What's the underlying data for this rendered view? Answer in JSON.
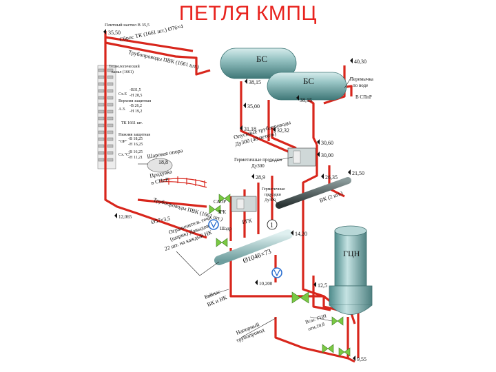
{
  "title": "ПЕТЛЯ КМПЦ",
  "colors": {
    "pipe": "#d8261c",
    "steel": "#8ab8b8",
    "valve": "#7ac943",
    "pump": "#2a6fd0",
    "title": "#e8231e"
  },
  "labels": {
    "floor_mark": "Плитный настил В 35,5",
    "elev_3550": "35,50",
    "steam_pipes": "Сброс ТК (1661 шт.) Ø76×4",
    "pvk_pipes_top": "Трубопроводы ПВК (1661 шт.)",
    "tech_channel_1": "Технологический",
    "tech_channel_2": "канал (1661)",
    "se_row": "Сх.Е",
    "se_v1": "-В31,5",
    "se_v2": "-Н 28,5",
    "upper_prot": "Верхняя защитная",
    "a_row": "А.З.",
    "a_v1": "-В 26,2",
    "a_v2": "-Н 19,2",
    "tk_row": "ТК 1661 шт.",
    "lower_prot": "Нижняя защитная",
    "or_row": "\"ОР\"",
    "or_v1": "-В 18,25",
    "or_v2": "-Н 16,25",
    "sc_row": "Сх.\"С\"",
    "sc_v1": "-В 16,25",
    "sc_v2": "-Н 11,21",
    "bs": "БС",
    "bs2": "БС",
    "elev_3815a": "38,15",
    "elev_3815b": "38,15",
    "elev_4030": "40,30",
    "jumper_1": "Перемычка",
    "jumper_2": "по воде",
    "to_spmr": "В СПпР",
    "elev_3500": "35,00",
    "elev_3118": "31,18",
    "elev_3232": "32,32",
    "downcomers_1": "Опускные трубопроводы",
    "downcomers_2": "Ду300 (48 петель)",
    "elev_3060": "30,60",
    "elev_3000": "30,00",
    "herm_1_1": "Герметичные проходки",
    "herm_1_2": "Ду300",
    "spherical_support": "Шаровая опора",
    "elev_188": "18,8",
    "elev_289": "28,9",
    "elev_2635": "26,35",
    "elev_2150": "21,50",
    "herm_2_1": "Герметичные",
    "herm_2_2": "проходки",
    "herm_2_3": "Ду300",
    "vk": "ВК (2 шт.)",
    "purge_1": "Продувка",
    "purge_2": "в СПпР",
    "pvk_pipes_low": "Трубопроводы ПВК (1661 шт.)",
    "saor": "САОР",
    "zrk": "ЗРК",
    "rgk": "РГК",
    "elev_12065": "12,065",
    "diam_57": "Ø57×3,5",
    "flowmeter": "Шадр",
    "circle_num": "1",
    "elev_1420": "14,20",
    "limiter_1": "Ограничитель течи",
    "limiter_2": "(шарик) Давыдов",
    "limiter_3": "22 шт. на каждый НК",
    "header_diam": "Ø1046×73",
    "elev_10200": "10,200",
    "gcn": "ГЦН",
    "elev_125": "12,5",
    "bypass_1": "Байпас",
    "bypass_2": "ВК и НК",
    "suction_1": "Всас. ГЦН",
    "suction_2": "отм.10,8",
    "pressure_1": "Напорный",
    "pressure_2": "трубопровод",
    "elev_955": "9,55"
  }
}
